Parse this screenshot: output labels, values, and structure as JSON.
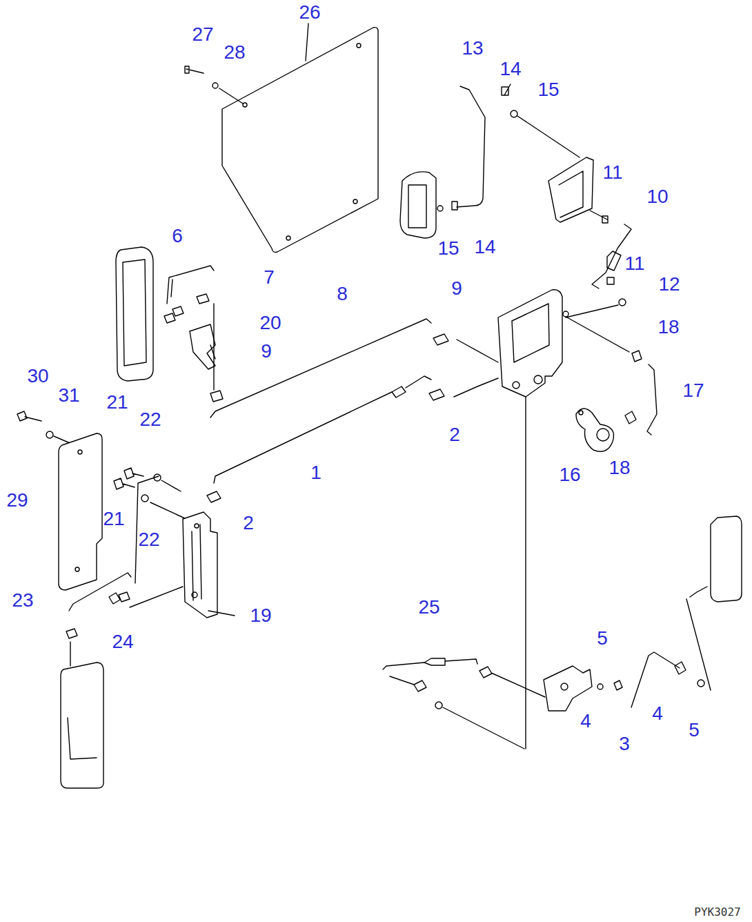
{
  "diagram": {
    "labels": [
      "26",
      "27",
      "28",
      "13",
      "14",
      "15",
      "11",
      "10",
      "15",
      "14",
      "6",
      "7",
      "8",
      "9",
      "20",
      "11",
      "12",
      "18",
      "9",
      "17",
      "30",
      "31",
      "21",
      "22",
      "2",
      "16",
      "18",
      "1",
      "29",
      "21",
      "22",
      "2",
      "19",
      "23",
      "24",
      "25",
      "5",
      "4",
      "3",
      "4",
      "5",
      "PYK3027"
    ]
  }
}
